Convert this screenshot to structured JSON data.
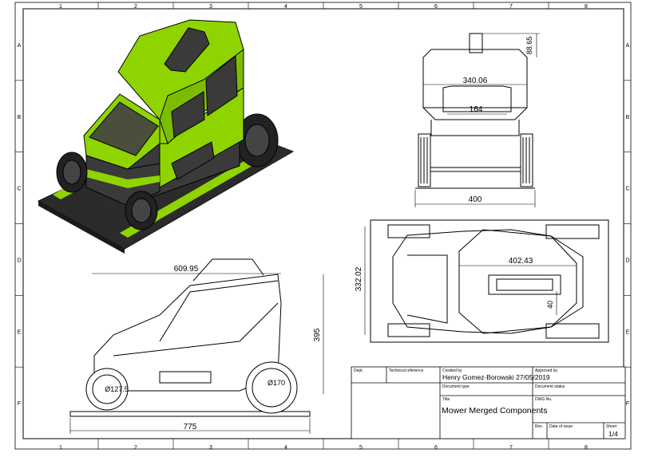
{
  "sheet": {
    "columns": [
      "1",
      "2",
      "3",
      "4",
      "5",
      "6",
      "7",
      "8"
    ],
    "rows": [
      "A",
      "B",
      "C",
      "D",
      "E",
      "F"
    ]
  },
  "colors": {
    "body_green": "#8fd400",
    "body_dark": "#3a3a3a",
    "glass": "#4a4f3c",
    "base": "#2b2b2b",
    "line": "#000000"
  },
  "dimensions": {
    "top_width": "340.06",
    "top_handle_height": "88.65",
    "top_inner": "164",
    "front_width": "400",
    "plan_length": "402.43",
    "plan_width": "332.02",
    "plan_small": "40",
    "side_top": "609.95",
    "side_height": "395",
    "side_length": "775",
    "front_wheel": "Ø127.5",
    "rear_wheel": "Ø170"
  },
  "title_block": {
    "dept_label": "Dept.",
    "techref_label": "Technical reference",
    "created_by_label": "Created by",
    "created_by_value": "Henry Gomez-Borowski 27/05/2019",
    "approved_by_label": "Approved by",
    "document_type_label": "Document type",
    "document_status_label": "Document status",
    "title_label": "Title",
    "title_value": "Mower Merged Components",
    "dwg_no_label": "DWG No.",
    "rev_label": "Rev.",
    "date_of_issue_label": "Date of issue",
    "sheet_label": "Sheet",
    "sheet_value": "1/4"
  }
}
